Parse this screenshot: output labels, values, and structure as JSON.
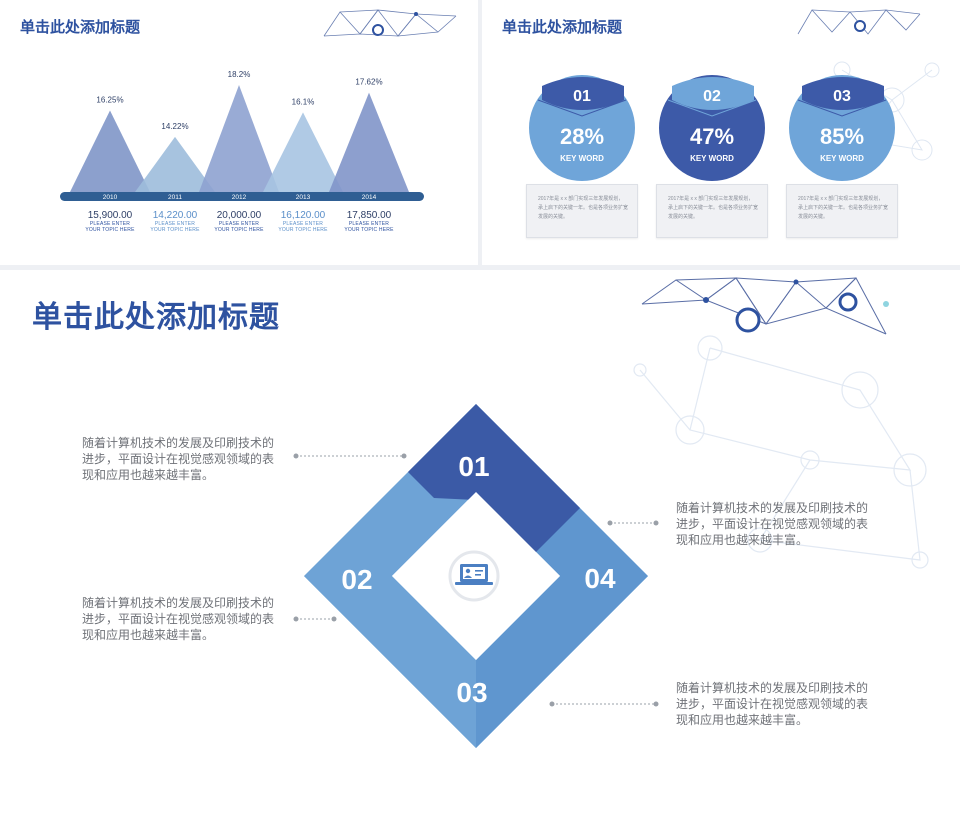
{
  "slide1": {
    "title": "单击此处添加标题",
    "chart_data": {
      "type": "area",
      "categories": [
        "2010",
        "2011",
        "2012",
        "2013",
        "2014"
      ],
      "values": [
        16.25,
        14.22,
        18.2,
        16.1,
        17.62
      ],
      "value_labels": [
        "16.25%",
        "14.22%",
        "18.2%",
        "16.1%",
        "17.62%"
      ],
      "amounts": [
        "15,900.00",
        "14,220.00",
        "20,000.00",
        "16,120.00",
        "17,850.00"
      ],
      "amount_caption_line1": "PLEASE ENTER",
      "amount_caption_line2": "YOUR TOPIC HERE",
      "colors": [
        "#7f96c8",
        "#9dbddc",
        "#8ea2d0",
        "#a7c4e2",
        "#8195c9"
      ]
    }
  },
  "slide2": {
    "title": "单击此处添加标题",
    "items": [
      {
        "num": "01",
        "pct": "28%",
        "keyword": "KEY WORD",
        "pct_value": 28,
        "top_color": "#3d5aa8",
        "body_color": "#6fa5d9",
        "card_text": "2017年是 x x 部门实现三年发展规划，承上启下的关键一年。也是各项业务扩宽发展的关键。"
      },
      {
        "num": "02",
        "pct": "47%",
        "keyword": "KEY WORD",
        "pct_value": 47,
        "top_color": "#6fa5d9",
        "body_color": "#3d5aa8",
        "card_text": "2017年是 x x 部门实现三年发展规划，承上启下的关键一年。也是各项业务扩宽发展的关键。"
      },
      {
        "num": "03",
        "pct": "85%",
        "keyword": "KEY WORD",
        "pct_value": 85,
        "top_color": "#3d5aa8",
        "body_color": "#6fa5d9",
        "card_text": "2017年是 x x 部门实现三年发展规划，承上启下的关键一年。也是各项业务扩宽发展的关键。"
      }
    ]
  },
  "slide3": {
    "title": "单击此处添加标题",
    "segments": [
      {
        "num": "01",
        "color": "#3b5aa6"
      },
      {
        "num": "02",
        "color": "#6ea3d6"
      },
      {
        "num": "03",
        "color": "#6ea3d6"
      },
      {
        "num": "04",
        "color": "#5f96cf"
      }
    ],
    "center_icon": "computer-user-icon",
    "texts": [
      "随着计算机技术的发展及印刷技术的进步，平面设计在视觉感观领域的表现和应用也越来越丰富。",
      "随着计算机技术的发展及印刷技术的进步，平面设计在视觉感观领域的表现和应用也越来越丰富。",
      "随着计算机技术的发展及印刷技术的进步，平面设计在视觉感观领域的表现和应用也越来越丰富。",
      "随着计算机技术的发展及印刷技术的进步，平面设计在视觉感观领域的表现和应用也越来越丰富。"
    ]
  }
}
